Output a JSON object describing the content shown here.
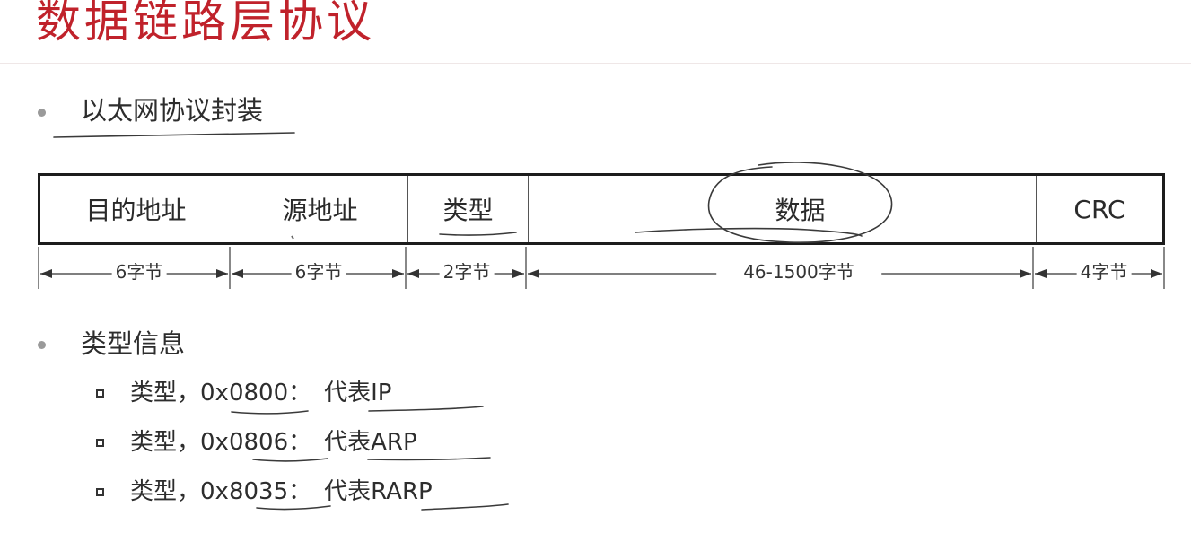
{
  "title": "数据链路层协议",
  "bullets": {
    "encapsulation": "以太网协议封装",
    "type_info": "类型信息"
  },
  "frame": {
    "fields": [
      {
        "label": "目的地址",
        "size": "6字节"
      },
      {
        "label": "源地址",
        "size": "6字节"
      },
      {
        "label": "类型",
        "size": "2字节"
      },
      {
        "label": "数据",
        "size": "46-1500字节"
      },
      {
        "label": "CRC",
        "size": "4字节"
      }
    ]
  },
  "type_list": [
    {
      "prefix": "类型，",
      "code": "0x0800",
      "sep": "：",
      "meaning": "代表IP"
    },
    {
      "prefix": "类型，",
      "code": "0x0806",
      "sep": "：",
      "meaning": "代表ARP"
    },
    {
      "prefix": "类型，",
      "code": "0x8035",
      "sep": "：",
      "meaning": "代表RARP"
    }
  ]
}
